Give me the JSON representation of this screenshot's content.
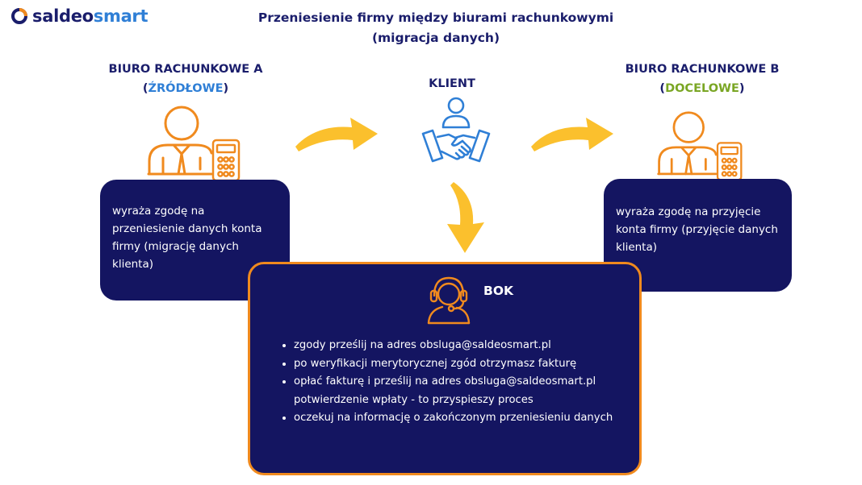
{
  "logo": {
    "part1": "saldeo",
    "part2": "smart"
  },
  "title": {
    "line1": "Przeniesienie firmy między biurami rachunkowymi",
    "line2": "(migracja danych)"
  },
  "office_a": {
    "line1": "BIURO RACHUNKOWE A",
    "paren_open": "(",
    "status": "ŹRÓDŁOWE",
    "paren_close": ")",
    "text": "wyraża zgodę na przeniesienie danych konta firmy (migrację danych klienta)"
  },
  "client": {
    "label": "KLIENT"
  },
  "office_b": {
    "line1": "BIURO RACHUNKOWE B",
    "paren_open": "(",
    "status": "DOCELOWE",
    "paren_close": ")",
    "text": "wyraża zgodę na przyjęcie konta firmy  (przyjęcie danych klienta)"
  },
  "bok": {
    "title": "BOK",
    "items": [
      "zgody prześlij na adres obsluga@saldeosmart.pl",
      "po weryfikacji merytorycznej zgód otrzymasz fakturę",
      "opłać fakturę i prześlij na adres obsluga@saldeosmart.pl potwierdzenie wpłaty - to przyspieszy proces",
      "oczekuj na informację o zakończonym przeniesieniu danych"
    ]
  },
  "colors": {
    "navy": "#141561",
    "heading": "#1a1d6b",
    "accent_blue": "#2f7fd6",
    "accent_green": "#7aa624",
    "orange": "#f08a1e",
    "arrow_yellow": "#fbc02d"
  },
  "icons": [
    "person-icon",
    "calculator-icon",
    "handshake-icon",
    "headset-icon",
    "arrow-icon"
  ]
}
